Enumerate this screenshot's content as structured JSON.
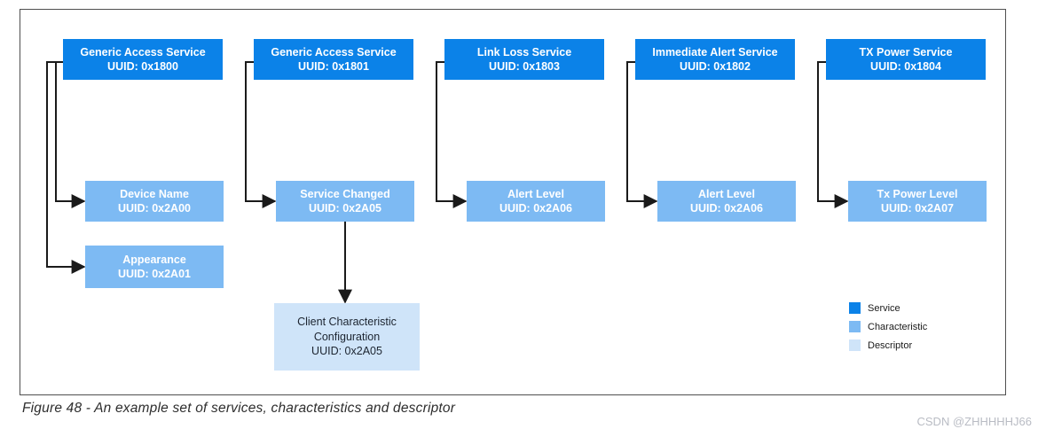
{
  "figure": {
    "caption": "Figure 48 - An example set of services, characteristics and descriptor",
    "watermark": "CSDN @ZHHHHHJ66"
  },
  "colors": {
    "service": "#0b82e8",
    "characteristic": "#7dbaf3",
    "descriptor": "#cfe4f9",
    "connector_line": "#1a1a1a",
    "frame_border": "#4f4f4f"
  },
  "legend": {
    "items": [
      {
        "label": "Service",
        "color": "#0b82e8"
      },
      {
        "label": "Characteristic",
        "color": "#7dbaf3"
      },
      {
        "label": "Descriptor",
        "color": "#cfe4f9"
      }
    ]
  },
  "columns": [
    {
      "service": {
        "name": "Generic Access Service",
        "uuid": "UUID: 0x1800"
      },
      "characteristics": [
        {
          "name": "Device Name",
          "uuid": "UUID: 0x2A00"
        },
        {
          "name": "Appearance",
          "uuid": "UUID: 0x2A01"
        }
      ]
    },
    {
      "service": {
        "name": "Generic Access Service",
        "uuid": "UUID: 0x1801"
      },
      "characteristics": [
        {
          "name": "Service Changed",
          "uuid": "UUID: 0x2A05"
        }
      ],
      "descriptor": {
        "name": "Client Characteristic Configuration",
        "uuid": "UUID: 0x2A05"
      }
    },
    {
      "service": {
        "name": "Link Loss Service",
        "uuid": "UUID: 0x1803"
      },
      "characteristics": [
        {
          "name": "Alert Level",
          "uuid": "UUID: 0x2A06"
        }
      ]
    },
    {
      "service": {
        "name": "Immediate Alert Service",
        "uuid": "UUID: 0x1802"
      },
      "characteristics": [
        {
          "name": "Alert Level",
          "uuid": "UUID: 0x2A06"
        }
      ]
    },
    {
      "service": {
        "name": "TX Power Service",
        "uuid": "UUID: 0x1804"
      },
      "characteristics": [
        {
          "name": "Tx Power Level",
          "uuid": "UUID: 0x2A07"
        }
      ]
    }
  ]
}
